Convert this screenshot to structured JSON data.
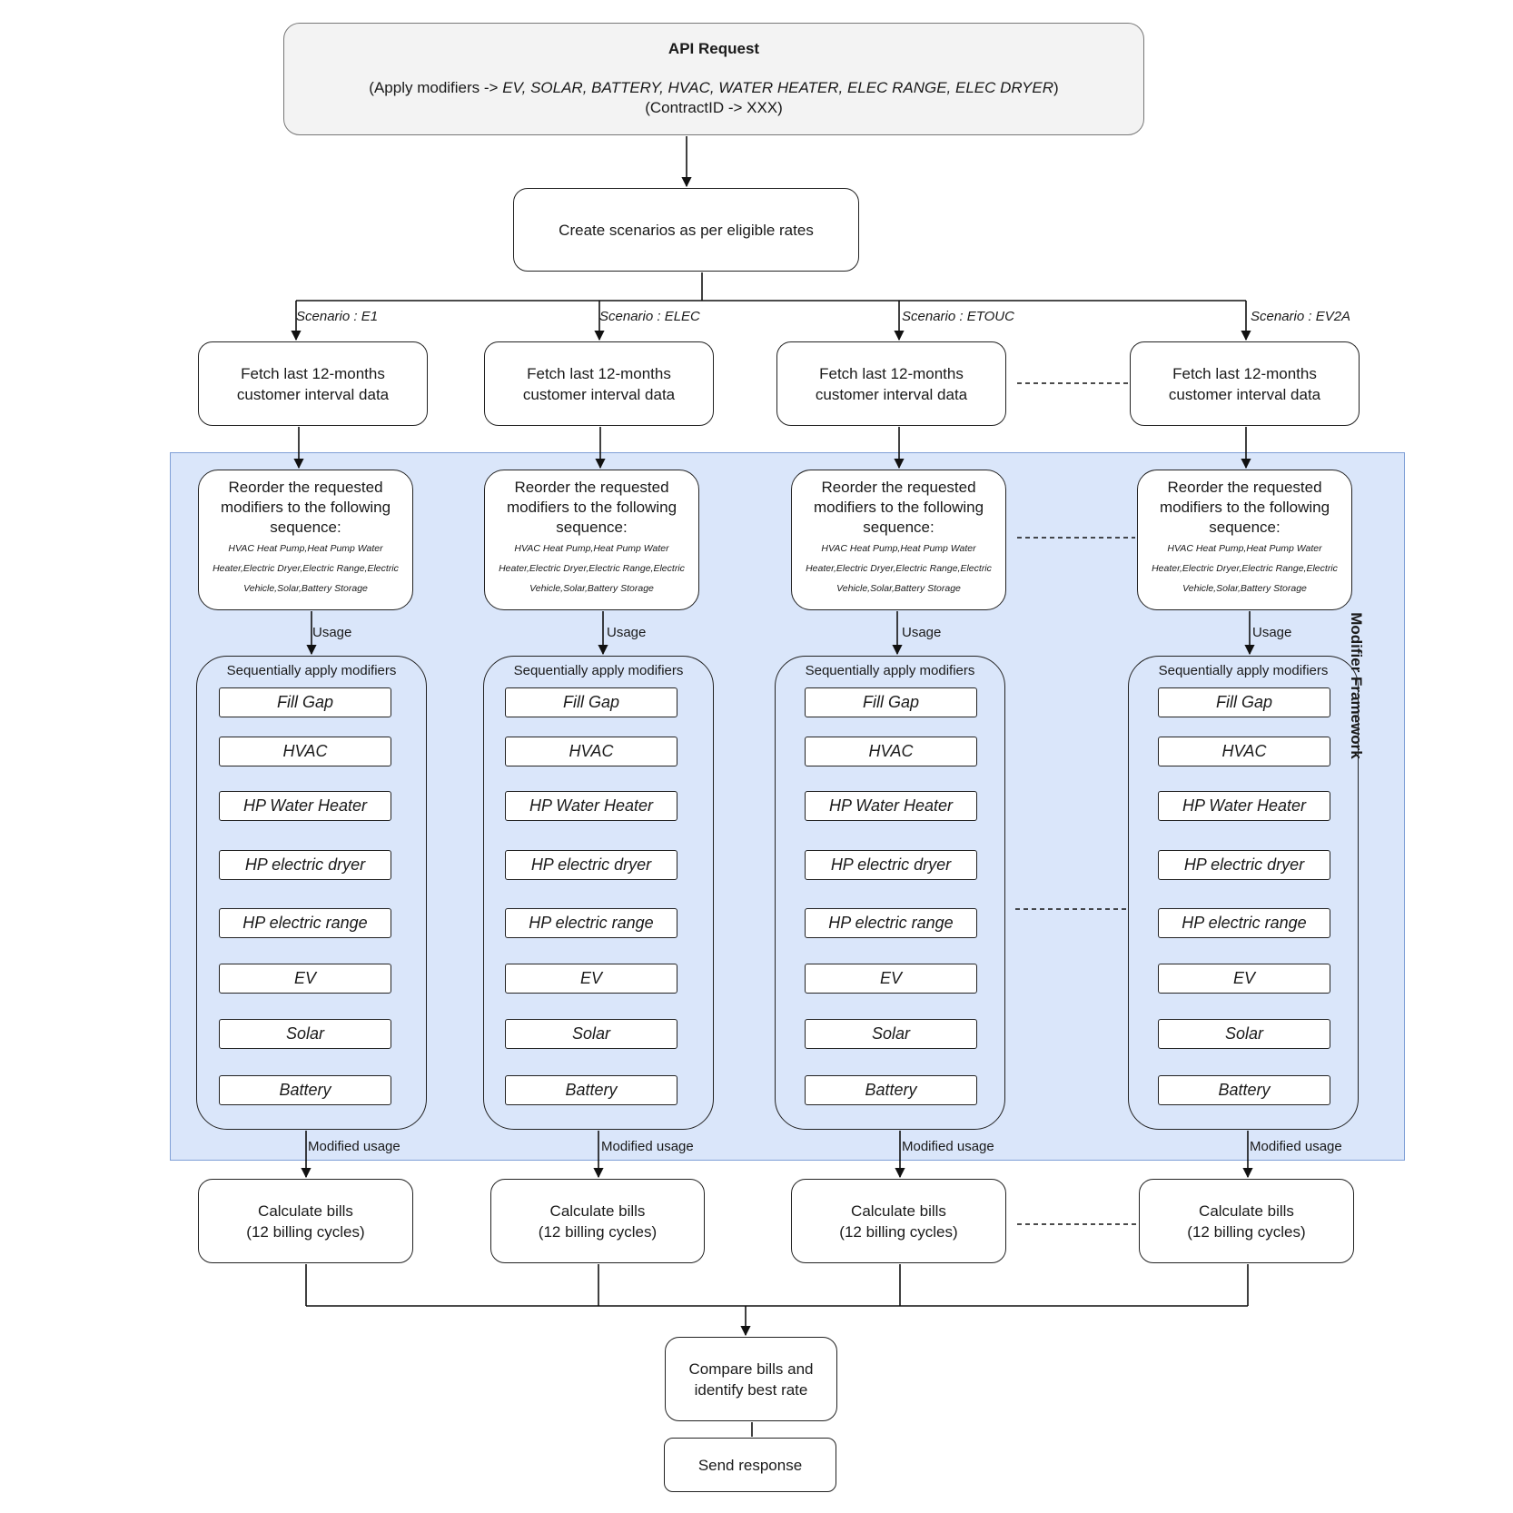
{
  "api_request": {
    "title": "API Request",
    "line1_prefix": "(Apply modifiers -> ",
    "line1_modifiers": "EV, SOLAR, BATTERY, HVAC, WATER HEATER, ELEC RANGE, ELEC DRYER",
    "line1_suffix": ")",
    "line2": "(ContractID -> XXX)"
  },
  "create_scenarios": "Create scenarios as per eligible rates",
  "scenarios": [
    {
      "label": "Scenario : E1"
    },
    {
      "label": "Scenario : ELEC"
    },
    {
      "label": "Scenario : ETOUC"
    },
    {
      "label": "Scenario : EV2A"
    }
  ],
  "fetch": {
    "line1": "Fetch last 12-months",
    "line2": "customer interval data"
  },
  "reorder": {
    "title": "Reorder the requested modifiers to the following sequence:",
    "sequence": "HVAC Heat Pump,Heat Pump Water Heater,Electric Dryer,Electric Range,Electric Vehicle,Solar,Battery Storage"
  },
  "usage_label": "Usage",
  "apply": {
    "title": "Sequentially apply modifiers",
    "modifiers": [
      "Fill Gap",
      "HVAC",
      "HP Water Heater",
      "HP electric dryer",
      "HP electric range",
      "EV",
      "Solar",
      "Battery"
    ]
  },
  "modified_usage_label": "Modified usage",
  "calculate": {
    "line1": "Calculate bills",
    "line2": "(12 billing cycles)"
  },
  "compare": {
    "line1": "Compare bills and",
    "line2": "identify best rate"
  },
  "send_response": "Send response",
  "framework_label": "Modifier Framework"
}
